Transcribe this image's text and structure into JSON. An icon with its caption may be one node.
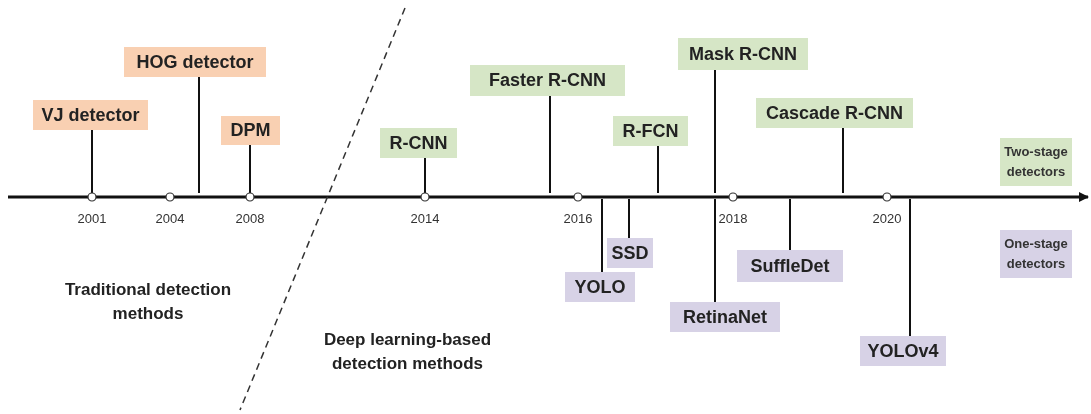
{
  "diagram": {
    "nodes": [
      {
        "text": [
          "VJ detector"
        ]
      },
      {
        "text": [
          "HOG detector"
        ]
      },
      {
        "text": [
          "DPM"
        ]
      },
      {
        "text": [
          "R-CNN"
        ]
      },
      {
        "text": [
          "Faster R-CNN"
        ]
      },
      {
        "text": [
          "R-FCN"
        ]
      },
      {
        "text": [
          "Mask R-CNN"
        ]
      },
      {
        "text": [
          "Cascade R-CNN"
        ]
      },
      {
        "text": [
          "YOLO"
        ]
      },
      {
        "text": [
          "SSD"
        ]
      },
      {
        "text": [
          "RetinaNet"
        ]
      },
      {
        "text": [
          "SuffleDet"
        ]
      },
      {
        "text": [
          "YOLOv4"
        ]
      }
    ],
    "edges": [
      {
        "from": 0,
        "to": null,
        "arrow": "none"
      },
      {
        "from": 1,
        "to": null,
        "arrow": "none"
      },
      {
        "from": 2,
        "to": null,
        "arrow": "none"
      },
      {
        "from": 3,
        "to": null,
        "arrow": "none"
      },
      {
        "from": 4,
        "to": null,
        "arrow": "none"
      },
      {
        "from": 5,
        "to": null,
        "arrow": "none"
      },
      {
        "from": 6,
        "to": null,
        "arrow": "none"
      },
      {
        "from": 7,
        "to": null,
        "arrow": "none"
      },
      {
        "from": 8,
        "to": null,
        "arrow": "none"
      },
      {
        "from": 9,
        "to": null,
        "arrow": "none"
      },
      {
        "from": 10,
        "to": null,
        "arrow": "none"
      },
      {
        "from": 11,
        "to": null,
        "arrow": "none"
      },
      {
        "from": 12,
        "to": null,
        "arrow": "none"
      }
    ],
    "labels": [
      "2001",
      "2004",
      "2008",
      "2014",
      "2016",
      "2018",
      "2020",
      "Traditional detection methods",
      "Deep learning-based detection methods"
    ],
    "legend": [
      {
        "text": "Two-stage detectors",
        "color": "#d6e6c6"
      },
      {
        "text": "One-stage detectors",
        "color": "#d7d2e6"
      }
    ]
  }
}
